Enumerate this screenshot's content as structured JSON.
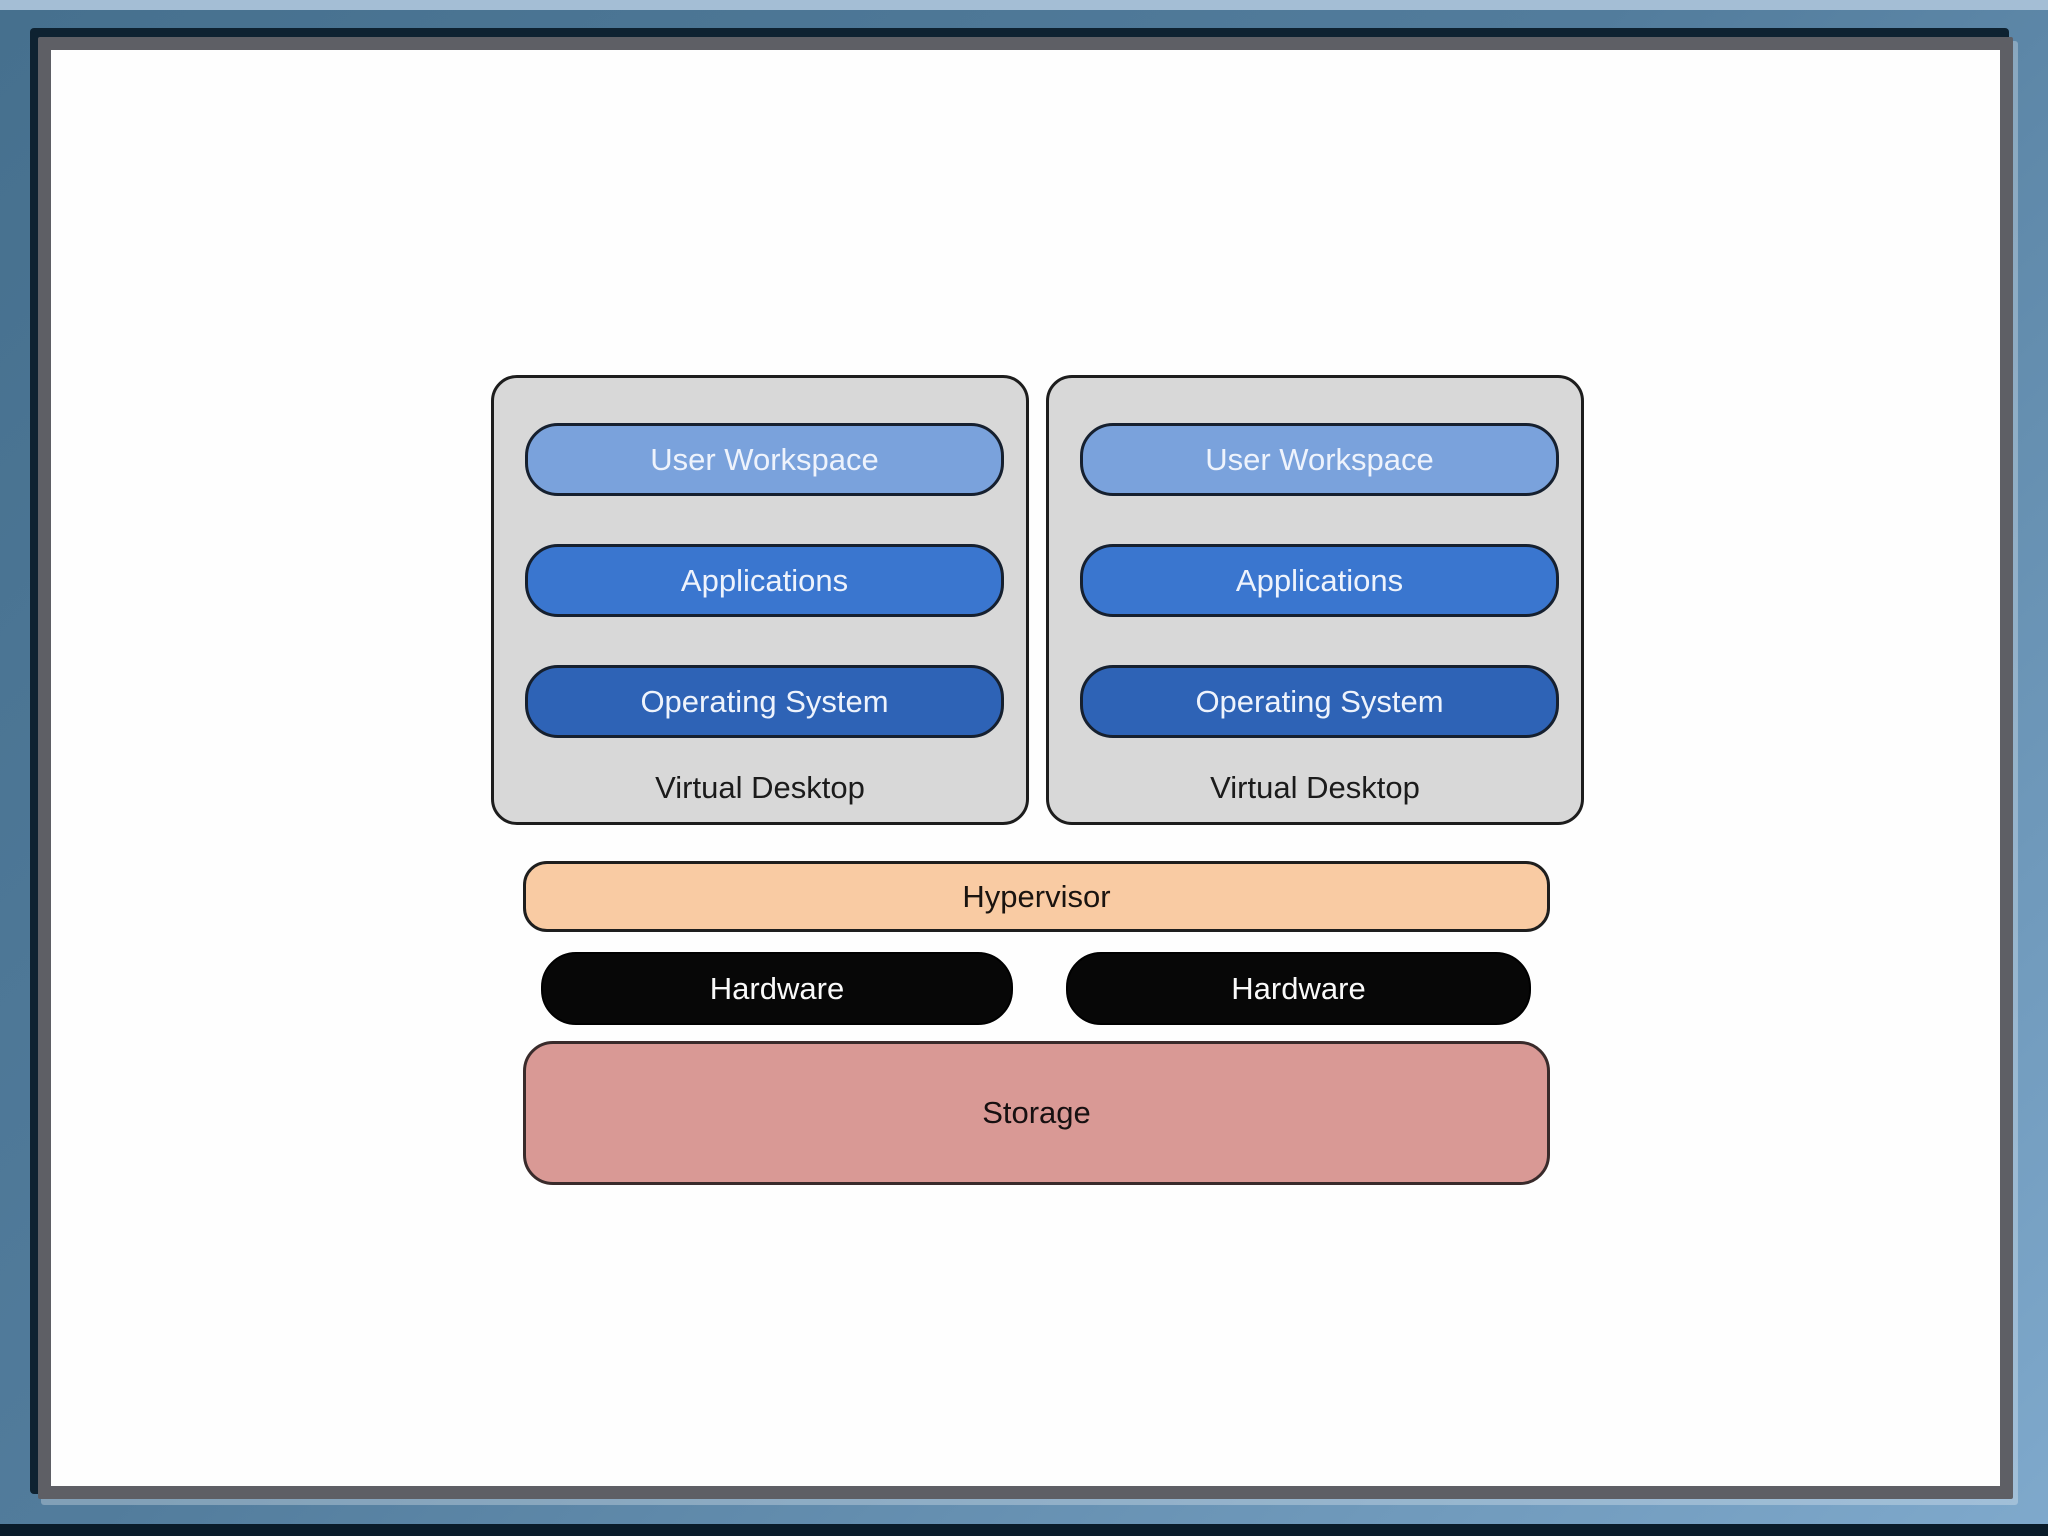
{
  "frame": {
    "border_color": "#527c9c",
    "border_highlight_color": "#a4bed5",
    "border_dark_edge_color": "#0a1c2a",
    "inner_border_color": "#5e5f65",
    "page_background": "#fefefe"
  },
  "diagram": {
    "virtual_desktops": [
      {
        "label": "Virtual Desktop",
        "container_fill": "#d8d8d8",
        "layers": [
          {
            "label": "User Workspace",
            "fill": "#7aa2dc",
            "text_color": "#eef3fc"
          },
          {
            "label": "Applications",
            "fill": "#3a76cf",
            "text_color": "#eef3fc"
          },
          {
            "label": "Operating System",
            "fill": "#2e63b6",
            "text_color": "#eef3fc"
          }
        ]
      },
      {
        "label": "Virtual Desktop",
        "container_fill": "#d8d8d8",
        "layers": [
          {
            "label": "User Workspace",
            "fill": "#7aa2dc",
            "text_color": "#eef3fc"
          },
          {
            "label": "Applications",
            "fill": "#3a76cf",
            "text_color": "#eef3fc"
          },
          {
            "label": "Operating System",
            "fill": "#2e63b6",
            "text_color": "#eef3fc"
          }
        ]
      }
    ],
    "hypervisor": {
      "label": "Hypervisor",
      "fill": "#f9cba3",
      "text_color": "#1a1410"
    },
    "hardware": [
      {
        "label": "Hardware",
        "fill": "#070707",
        "text_color": "#fafafa"
      },
      {
        "label": "Hardware",
        "fill": "#070707",
        "text_color": "#fafafa"
      }
    ],
    "storage": {
      "label": "Storage",
      "fill": "#d99995",
      "text_color": "#171011"
    }
  }
}
